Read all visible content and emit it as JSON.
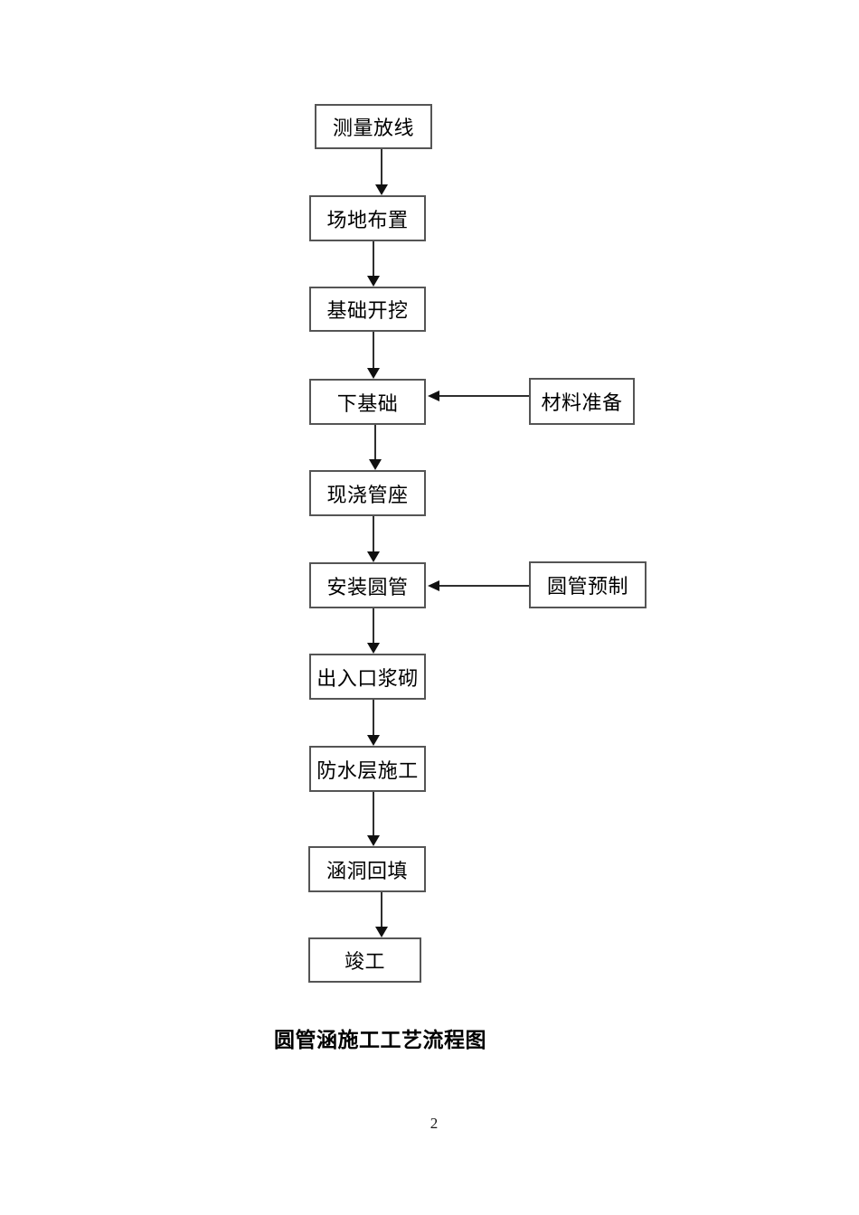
{
  "page": {
    "number": "2"
  },
  "diagram": {
    "title": "圆管涵施工工艺流程图",
    "steps": [
      {
        "label": "测量放线"
      },
      {
        "label": "场地布置"
      },
      {
        "label": "基础开挖"
      },
      {
        "label": "下基础"
      },
      {
        "label": "现浇管座"
      },
      {
        "label": "安装圆管"
      },
      {
        "label": "出入口浆砌"
      },
      {
        "label": "防水层施工"
      },
      {
        "label": "涵洞回填"
      },
      {
        "label": "竣工"
      }
    ],
    "side_inputs": [
      {
        "label": "材料准备",
        "target": "下基础"
      },
      {
        "label": "圆管预制",
        "target": "安装圆管"
      }
    ],
    "connections": [
      {
        "from": "测量放线",
        "to": "场地布置"
      },
      {
        "from": "场地布置",
        "to": "基础开挖"
      },
      {
        "from": "基础开挖",
        "to": "下基础"
      },
      {
        "from": "下基础",
        "to": "现浇管座"
      },
      {
        "from": "现浇管座",
        "to": "安装圆管"
      },
      {
        "from": "安装圆管",
        "to": "出入口浆砌"
      },
      {
        "from": "出入口浆砌",
        "to": "防水层施工"
      },
      {
        "from": "防水层施工",
        "to": "涵洞回填"
      },
      {
        "from": "涵洞回填",
        "to": "竣工"
      },
      {
        "from": "材料准备",
        "to": "下基础"
      },
      {
        "from": "圆管预制",
        "to": "安装圆管"
      }
    ]
  }
}
